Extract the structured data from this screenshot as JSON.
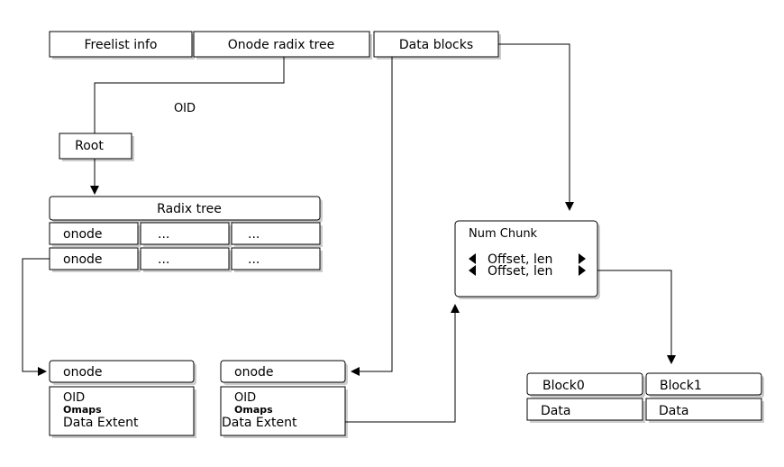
{
  "top": {
    "freelist": "Freelist info",
    "onode_tree": "Onode radix tree",
    "data_blocks": "Data blocks"
  },
  "oid_label": "OID",
  "root": "Root",
  "radix": {
    "title": "Radix tree",
    "rows": [
      [
        "onode",
        "...",
        "..."
      ],
      [
        "onode",
        "...",
        "..."
      ]
    ]
  },
  "onode_left": {
    "header": "onode",
    "oid": "OID",
    "omaps": "Omaps",
    "extent": "Data Extent"
  },
  "onode_mid": {
    "header": "onode",
    "oid": "OID",
    "omaps": "Omaps",
    "extent": "Data Extent"
  },
  "chunk": {
    "title": "Num Chunk",
    "entries": [
      "Offset, len",
      "Offset, len"
    ]
  },
  "blocks": {
    "headers": [
      "Block0",
      "Block1"
    ],
    "data": [
      "Data",
      "Data"
    ]
  }
}
